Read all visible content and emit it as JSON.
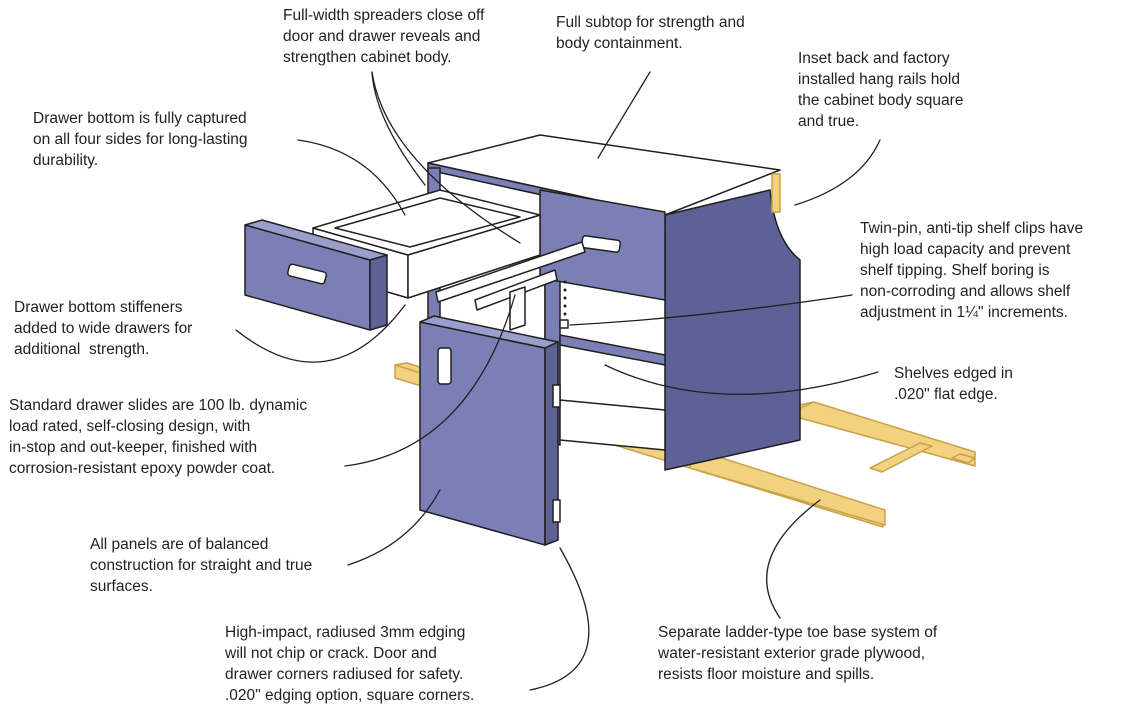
{
  "colors": {
    "panel": "#7a7fb5",
    "panel_dark": "#5d6196",
    "panel_light": "#9a9ecb",
    "wood": "#f2d27e",
    "wood_dark": "#c9a24a",
    "line": "#231f20",
    "text": "#231f20"
  },
  "callouts": {
    "spreaders": "Full-width spreaders close off\ndoor and drawer reveals and\nstrengthen cabinet body.",
    "subtop": "Full subtop for strength and\nbody containment.",
    "inset_back": "Inset back and factory\ninstalled hang rails hold\nthe cabinet body square\nand true.",
    "drawer_bottom": "Drawer bottom is fully captured\non all four sides for long-lasting\ndurability.",
    "shelf_clips": "Twin-pin, anti-tip shelf clips have\nhigh load capacity and prevent\nshelf tipping. Shelf boring is\nnon-corroding and allows shelf\nadjustment in 1¼\" increments.",
    "stiffeners": "Drawer bottom stiffeners\nadded to wide drawers for\nadditional  strength.",
    "shelves_edged": "Shelves edged in\n.020\" flat edge.",
    "slides": "Standard drawer slides are 100 lb. dynamic\nload rated, self-closing design, with\nin-stop and out-keeper, finished with\ncorrosion-resistant epoxy powder coat.",
    "balanced": "All panels are of balanced\nconstruction for straight and true\nsurfaces.",
    "edging": "High-impact, radiused 3mm edging\nwill not chip or crack. Door and\ndrawer corners radiused for safety.\n.020\" edging option, square corners.",
    "toe_base": "Separate ladder-type toe base system of\nwater-resistant exterior grade plywood,\nresists floor moisture and spills."
  }
}
